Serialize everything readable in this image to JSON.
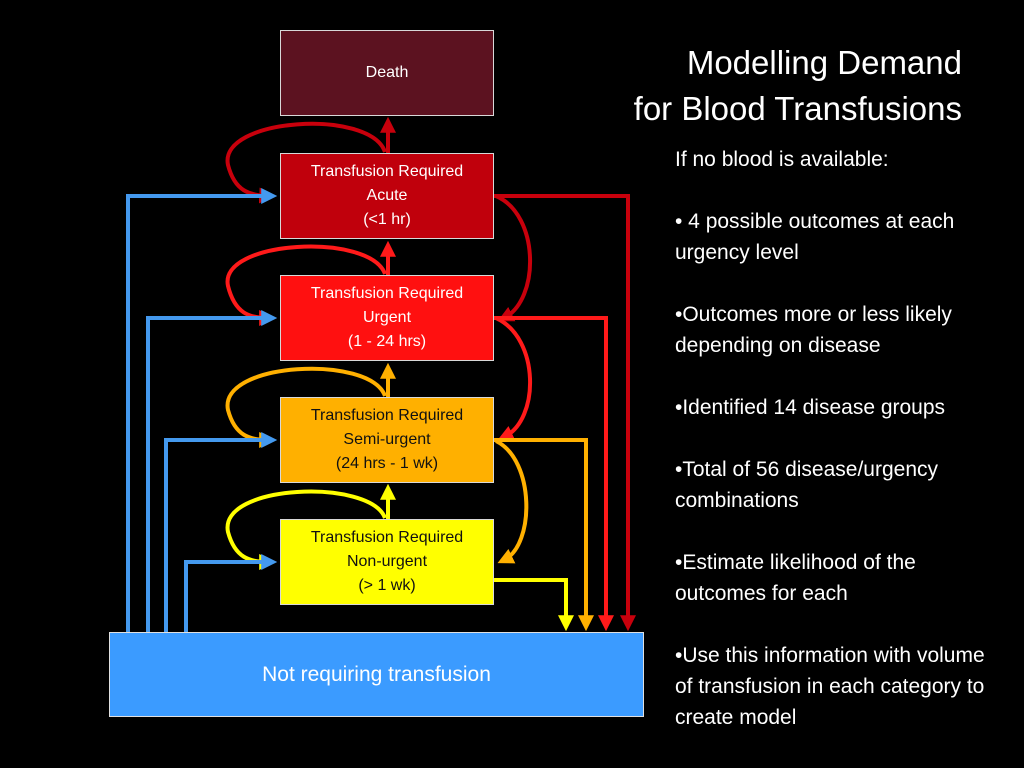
{
  "title": {
    "line1": "Modelling Demand",
    "line2": "for Blood Transfusions"
  },
  "boxes": {
    "death": {
      "lines": [
        "Death"
      ]
    },
    "acute": {
      "lines": [
        "Transfusion Required",
        "Acute",
        "(<1 hr)"
      ]
    },
    "urgent": {
      "lines": [
        "Transfusion Required",
        "Urgent",
        "(1 - 24 hrs)"
      ]
    },
    "semi_urgent": {
      "lines": [
        "Transfusion Required",
        "Semi-urgent",
        "(24 hrs - 1 wk)"
      ]
    },
    "non_urgent": {
      "lines": [
        "Transfusion Required",
        "Non-urgent",
        "(> 1 wk)"
      ]
    },
    "not_requiring": {
      "lines": [
        "Not requiring transfusion"
      ]
    }
  },
  "notes": {
    "intro": "If no blood is available:",
    "bullets": [
      "• 4 possible outcomes at each urgency level",
      "•Outcomes more or less likely depending on disease",
      "•Identified 14 disease groups",
      "•Total of 56 disease/urgency combinations",
      "•Estimate likelihood of the outcomes for each",
      "•Use this information with volume of transfusion in each category to create model"
    ]
  },
  "colors": {
    "death": "#5c1220",
    "acute": "#c0000c",
    "urgent": "#ff1010",
    "semi_urgent": "#ffb000",
    "non_urgent": "#ffff00",
    "not_requiring": "#3b9bff",
    "arrow_acute": "#c8000c",
    "arrow_urgent": "#ff1a1a",
    "arrow_semi": "#ffb000",
    "arrow_non": "#ffff00",
    "arrow_blue": "#4499ee"
  }
}
